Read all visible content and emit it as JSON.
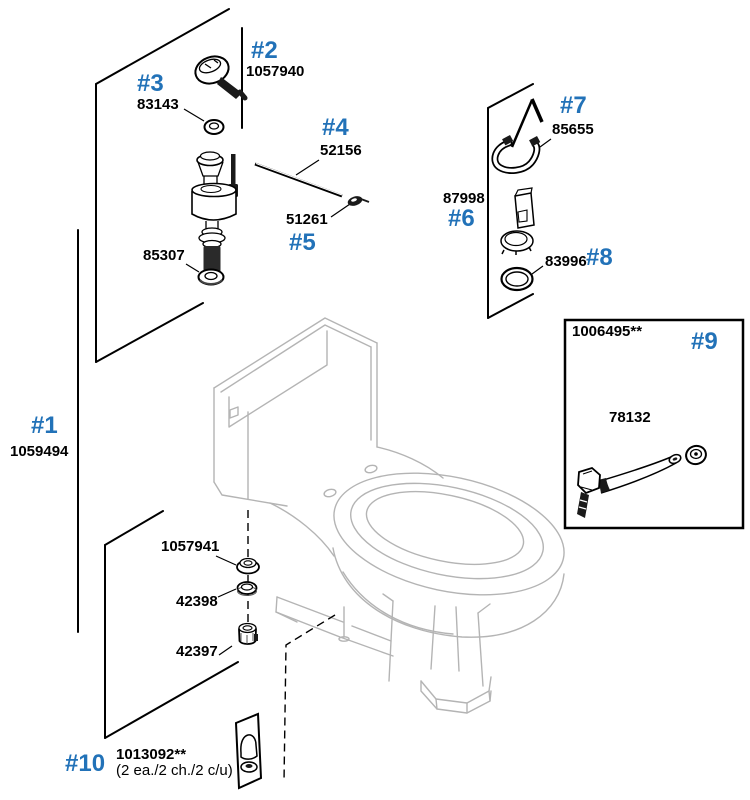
{
  "diagram": {
    "colors": {
      "accent": "#2272b8",
      "linework": "#000000",
      "fixture_outline": "#b4b4b4"
    },
    "callouts": {
      "c1": {
        "ref": "#1",
        "number": "1059494"
      },
      "c2": {
        "ref": "#2",
        "number": "1057940"
      },
      "c3": {
        "ref": "#3",
        "number": "83143"
      },
      "c4": {
        "ref": "#4",
        "number": "52156"
      },
      "c5": {
        "ref": "#5",
        "number": "51261"
      },
      "c6": {
        "ref": "#6",
        "number": "87998"
      },
      "c7": {
        "ref": "#7",
        "number": "85655"
      },
      "c8": {
        "ref": "#8",
        "number": "83996"
      },
      "c9": {
        "ref": "#9",
        "number": "1006495**",
        "component_number": "78132"
      },
      "c10": {
        "ref": "#10",
        "number": "1013092**",
        "qty_note": "(2 ea./2 ch./2 c/u)"
      }
    },
    "additional_parts": {
      "fill_valve_washer": "85307",
      "tank_bolt_washer": "1057941",
      "tank_seal_washer": "42398",
      "tank_coupling_nut": "42397"
    }
  }
}
